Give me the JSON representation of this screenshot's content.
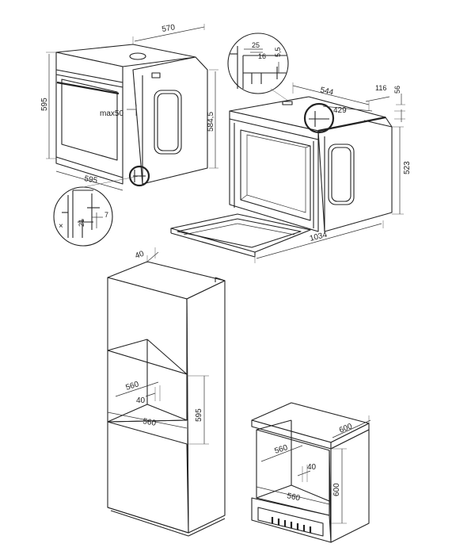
{
  "dimensions": {
    "oven_width": "570",
    "oven_height": "595",
    "oven_front_width": "595",
    "oven_body_height": "584,5",
    "handle_max": "max50",
    "detail_25": "25",
    "detail_16": "16",
    "detail_5_5": "5,5",
    "detail_7": "7",
    "detail_21": "21",
    "open_depth": "544",
    "open_116": "116",
    "open_56": "56",
    "open_429": "429",
    "open_height": "523",
    "open_total": "1034",
    "column_40": "40",
    "column_niche_depth": "560",
    "column_niche_gap": "40",
    "column_niche_width": "560",
    "column_niche_height": "595",
    "counter_width": "600",
    "counter_depth": "560",
    "counter_gap": "40",
    "counter_width_inner": "560",
    "counter_height": "600"
  },
  "symbols": {
    "cross": "×"
  }
}
